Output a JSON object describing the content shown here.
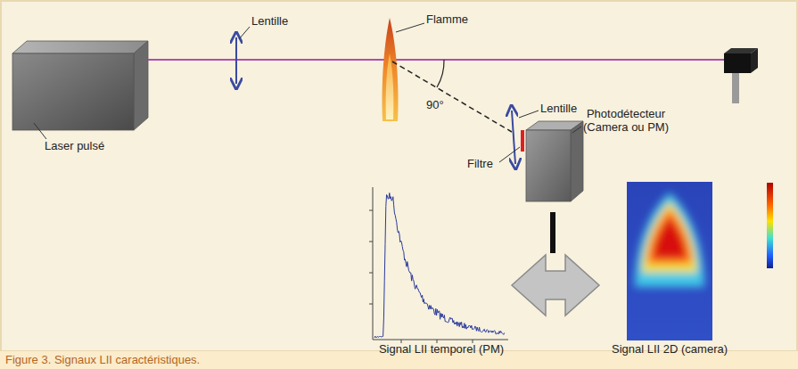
{
  "diagram": {
    "caption": "Figure 3. Signaux LII caractéristiques.",
    "labels": [
      "Lentille",
      "Flamme",
      "Laser pulsé",
      "90°",
      "Lentille",
      "Photodétecteur (Camera ou PM)",
      "Filtre",
      "Signal LII temporel (PM)",
      "Signal LII 2D (camera)"
    ]
  }
}
